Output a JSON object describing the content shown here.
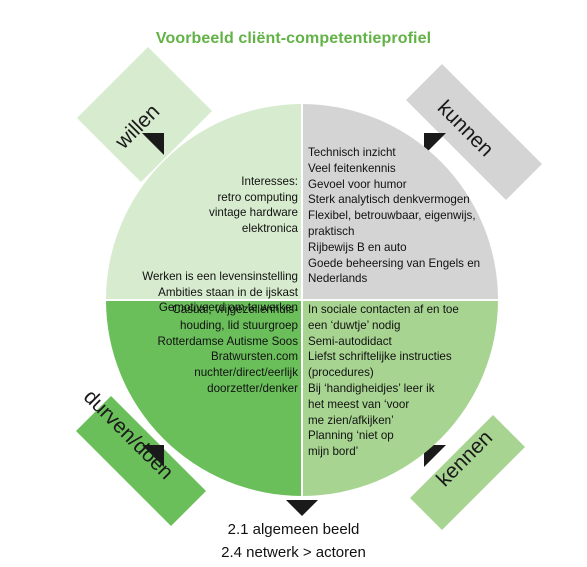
{
  "title": "Voorbeeld cliënt-competentieprofiel",
  "colors": {
    "title": "#62b246",
    "willen": "#d7ebcf",
    "kunnen": "#d4d4d4",
    "durven_doen": "#6abf5b",
    "kennen": "#a8d492",
    "arrow": "#1a1a1a"
  },
  "quadrants": {
    "willen": {
      "tag": "willen",
      "lines_a": "Interesses:\nretro computing\nvintage hardware\nelektronica",
      "lines_b": "Werken is een levensinstelling\nAmbities staan in de ijskast\nGemotiveerd om te werken"
    },
    "kunnen": {
      "tag": "kunnen",
      "lines": "Technisch inzicht\nVeel feitenkennis\nGevoel voor humor\nSterk analytisch denkvermogen\nFlexibel, betrouwbaar, eigenwijs,\npraktisch\nRijbewijs B en auto\nGoede beheersing van Engels en\nNederlands"
    },
    "durven_doen": {
      "tag": "durven/doen",
      "lines": "Casual, vrijgezellenhuis-\nhouding, lid stuurgroep\nRotterdamse Autisme Soos\nBratwursten.com\nnuchter/direct/eerlijk\ndoorzetter/denker"
    },
    "kennen": {
      "tag": "kennen",
      "lines": "In sociale contacten af en toe\neen ‘duwtje’ nodig\nSemi-autodidact\nLiefst schriftelijke instructies\n(procedures)\nBij ‘handigheidjes’ leer ik\nhet meest van ‘voor\nme zien/afkijken’\nPlanning ‘niet op\nmijn bord’"
    }
  },
  "footer": {
    "line1": "2.1 algemeen beeld",
    "line2": "2.4 netwerk > actoren"
  }
}
